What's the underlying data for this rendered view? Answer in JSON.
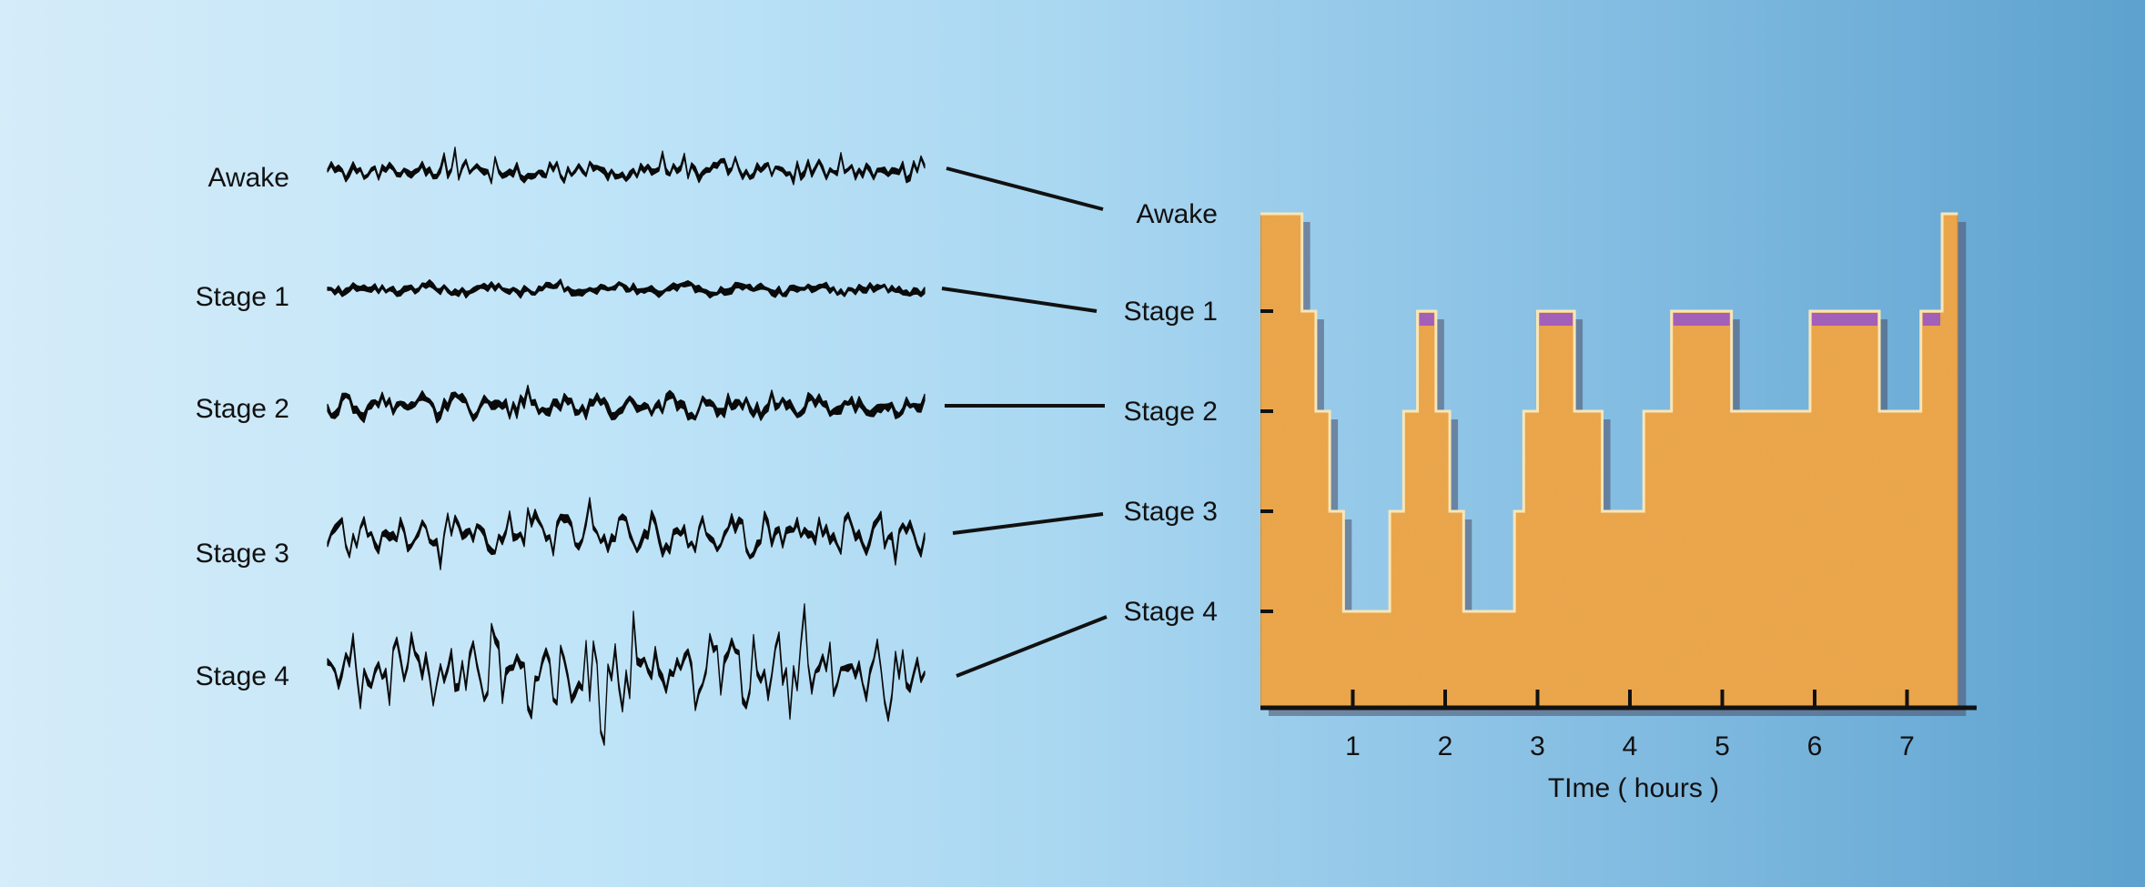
{
  "eeg_panel": {
    "waves": [
      {
        "label": "Awake",
        "style": "awake"
      },
      {
        "label": "Stage 1",
        "style": "stage1"
      },
      {
        "label": "Stage 2",
        "style": "stage2"
      },
      {
        "label": "Stage 3",
        "style": "stage3"
      },
      {
        "label": "Stage 4",
        "style": "stage4"
      }
    ]
  },
  "chart_data": {
    "type": "area",
    "title": "",
    "xlabel": "TIme ( hours )",
    "ylabel": "",
    "x_ticks": [
      1,
      2,
      3,
      4,
      5,
      6,
      7
    ],
    "xlim": [
      0,
      7.6
    ],
    "levels": [
      "Awake",
      "Stage 1",
      "Stage 2",
      "Stage 3",
      "Stage 4"
    ],
    "hypnogram_steps": [
      {
        "t": 0.0,
        "stage": "Awake"
      },
      {
        "t": 0.45,
        "stage": "Stage 1"
      },
      {
        "t": 0.6,
        "stage": "Stage 2"
      },
      {
        "t": 0.75,
        "stage": "Stage 3"
      },
      {
        "t": 0.9,
        "stage": "Stage 4"
      },
      {
        "t": 1.4,
        "stage": "Stage 3"
      },
      {
        "t": 1.55,
        "stage": "Stage 2"
      },
      {
        "t": 1.7,
        "stage": "Stage 1"
      },
      {
        "t": 1.9,
        "stage": "Stage 2"
      },
      {
        "t": 2.05,
        "stage": "Stage 3"
      },
      {
        "t": 2.2,
        "stage": "Stage 4"
      },
      {
        "t": 2.75,
        "stage": "Stage 3"
      },
      {
        "t": 2.85,
        "stage": "Stage 2"
      },
      {
        "t": 3.0,
        "stage": "Stage 1"
      },
      {
        "t": 3.4,
        "stage": "Stage 2"
      },
      {
        "t": 3.7,
        "stage": "Stage 3"
      },
      {
        "t": 4.15,
        "stage": "Stage 2"
      },
      {
        "t": 4.45,
        "stage": "Stage 1"
      },
      {
        "t": 5.1,
        "stage": "Stage 2"
      },
      {
        "t": 5.95,
        "stage": "Stage 1"
      },
      {
        "t": 6.7,
        "stage": "Stage 2"
      },
      {
        "t": 7.15,
        "stage": "Stage 1"
      },
      {
        "t": 7.38,
        "stage": "Awake"
      },
      {
        "t": 7.55,
        "stage": "end"
      }
    ],
    "rem_periods": [
      {
        "start": 1.7,
        "end": 1.9
      },
      {
        "start": 3.0,
        "end": 3.4
      },
      {
        "start": 4.45,
        "end": 5.1
      },
      {
        "start": 5.95,
        "end": 6.7
      },
      {
        "start": 7.15,
        "end": 7.38
      }
    ],
    "colors": {
      "fill": "#f0a94a",
      "fill_dark": "#d98e2c",
      "rem": "#a360b8",
      "axis": "#111111",
      "shadow": "#4a4f6a"
    },
    "grid": false
  }
}
